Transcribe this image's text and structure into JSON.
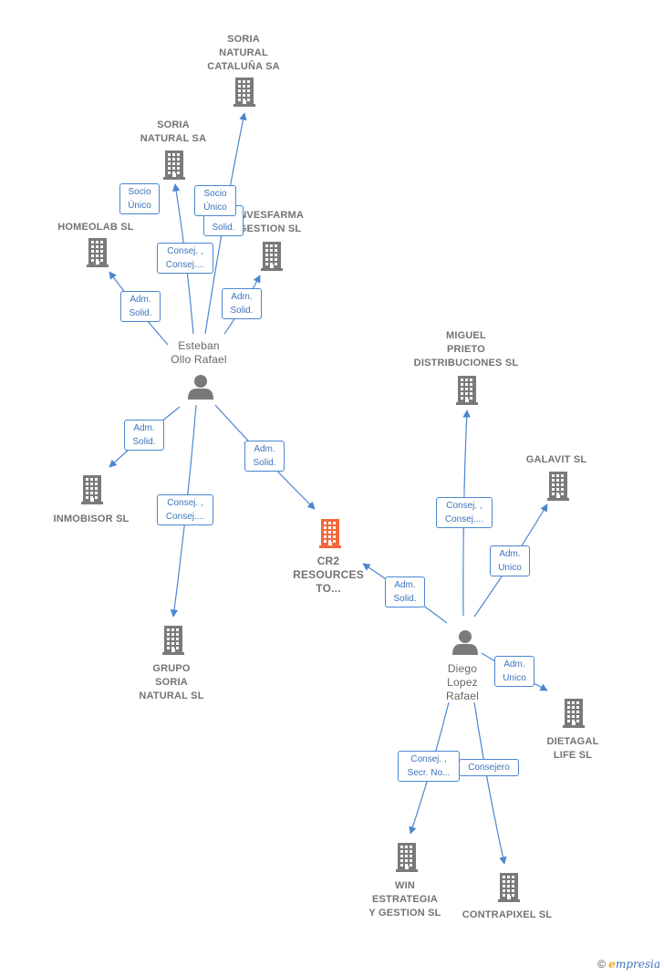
{
  "colors": {
    "building": "#7a7a7a",
    "focus_building": "#f26a3d",
    "person": "#7a7a7a",
    "edge": "#4a86d0",
    "edge_label_text": "#3d74bb"
  },
  "nodes": [
    {
      "id": "soria_cat",
      "type": "company",
      "label": "SORIA\nNATURAL\nCATALUÑA SA"
    },
    {
      "id": "soria",
      "type": "company",
      "label": "SORIA\nNATURAL SA"
    },
    {
      "id": "homeolab",
      "type": "company",
      "label": "HOMEOLAB  SL"
    },
    {
      "id": "invesfarma",
      "type": "company",
      "label": "INVESFARMA\nGESTION  SL"
    },
    {
      "id": "esteban",
      "type": "person",
      "label": "Esteban\nOllo Rafael"
    },
    {
      "id": "inmobisor",
      "type": "company",
      "label": "INMOBISOR SL"
    },
    {
      "id": "grupo",
      "type": "company",
      "label": "GRUPO\nSORIA\nNATURAL  SL"
    },
    {
      "id": "cr2",
      "type": "focus",
      "label": "CR2\nRESOURCES\nTO..."
    },
    {
      "id": "miguel",
      "type": "company",
      "label": "MIGUEL\nPRIETO\nDISTRIBUCIONES SL"
    },
    {
      "id": "galavit",
      "type": "company",
      "label": "GALAVIT SL"
    },
    {
      "id": "diego",
      "type": "person",
      "label": "Diego\nLopez\nRafael"
    },
    {
      "id": "dietagal",
      "type": "company",
      "label": "DIETAGAL\nLIFE SL"
    },
    {
      "id": "win",
      "type": "company",
      "label": "WIN\nESTRATEGIA\nY GESTION SL"
    },
    {
      "id": "contrapixel",
      "type": "company",
      "label": "CONTRAPIXEL SL"
    }
  ],
  "edges": [
    {
      "from": "esteban",
      "to": "soria_cat",
      "label": "Socio\nÚnico"
    },
    {
      "from": "esteban",
      "to": "soria",
      "label": "Consej. ,\nConsej...."
    },
    {
      "from": "esteban",
      "to": "homeolab",
      "label": "Adm.\nSolid."
    },
    {
      "from": "esteban",
      "to": "invesfarma",
      "label": "Adm.\nSolid."
    },
    {
      "from": "esteban",
      "to": "inmobisor",
      "label": "Adm.\nSolid."
    },
    {
      "from": "esteban",
      "to": "grupo",
      "label": "Consej. ,\nConsej...."
    },
    {
      "from": "esteban",
      "to": "cr2",
      "label": "Adm.\nSolid."
    },
    {
      "from": "diego",
      "to": "cr2",
      "label": "Adm.\nSolid."
    },
    {
      "from": "diego",
      "to": "miguel",
      "label": "Consej. ,\nConsej...."
    },
    {
      "from": "diego",
      "to": "galavit",
      "label": "Adm.\nUnico"
    },
    {
      "from": "diego",
      "to": "dietagal",
      "label": "Adm.\nUnico"
    },
    {
      "from": "diego",
      "to": "win",
      "label": "Consej. ,\nSecr. No..."
    },
    {
      "from": "diego",
      "to": "contrapixel",
      "label": "Consejero"
    }
  ],
  "extra_labels": [
    {
      "label": "Socio\nÚnico"
    },
    {
      "label": "Adm.\nSolid."
    }
  ],
  "footer": {
    "copyright": "©",
    "brand_initial": "e",
    "brand_rest": "mpresia"
  }
}
